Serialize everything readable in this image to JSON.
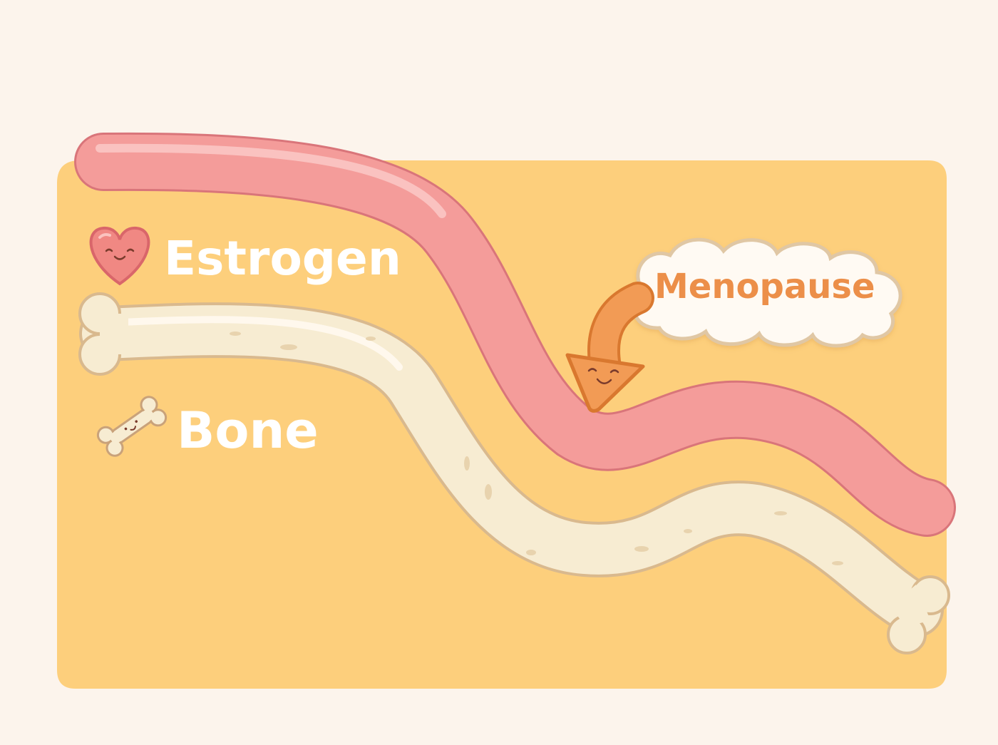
{
  "labels": {
    "estrogen": "Estrogen",
    "bone": "Bone",
    "menopause": "Menopause"
  },
  "icons": {
    "estrogen": "heart-icon",
    "bone": "bone-icon",
    "callout_arrow": "arrow-icon"
  },
  "colors": {
    "background": "#fcf4ec",
    "panel": "#fdcf7c",
    "estrogen_curve": "#f49c9a",
    "bone_curve": "#f7ecd2",
    "menopause_text": "#ec8f48",
    "label_text": "#ffffff"
  }
}
